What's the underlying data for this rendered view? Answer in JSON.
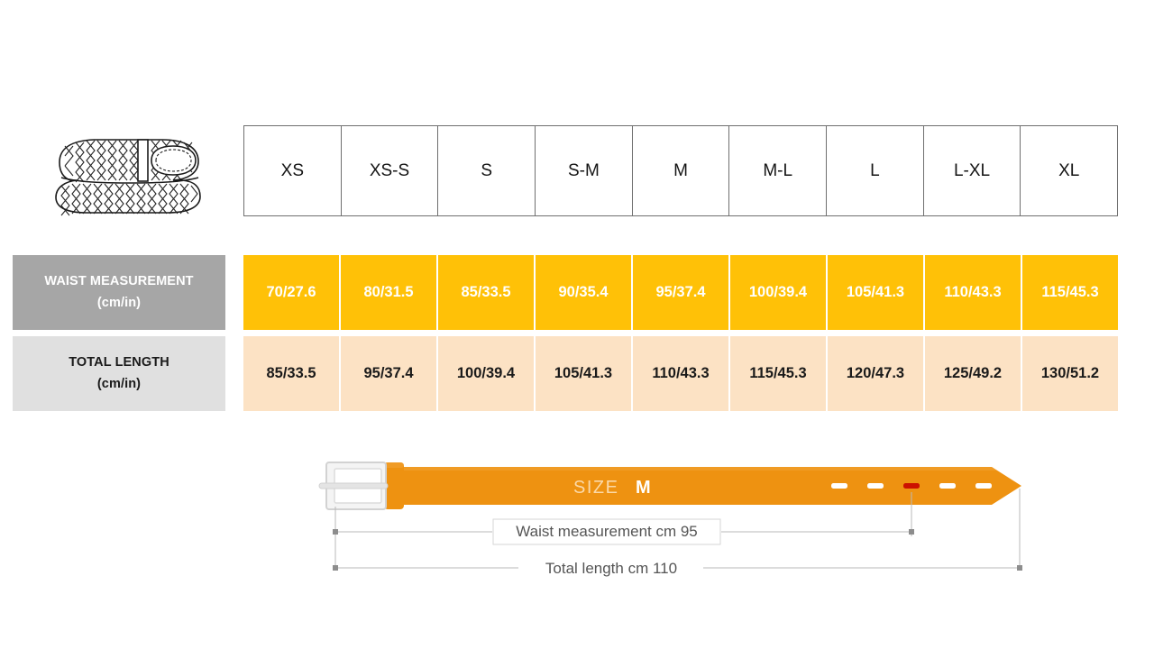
{
  "product": {
    "icon_name": "braided-belt-illustration"
  },
  "table": {
    "sizes": [
      "XS",
      "XS-S",
      "S",
      "S-M",
      "M",
      "M-L",
      "L",
      "L-XL",
      "XL"
    ],
    "rows": [
      {
        "id": "waist",
        "label_line1": "WAIST MEASUREMENT",
        "label_line2": "(cm/in)",
        "values": [
          "70/27.6",
          "80/31.5",
          "85/33.5",
          "90/35.4",
          "95/37.4",
          "100/39.4",
          "105/41.3",
          "110/43.3",
          "115/45.3"
        ],
        "background": "#ffc107",
        "label_background": "#a6a6a6",
        "text_color": "#ffffff"
      },
      {
        "id": "length",
        "label_line1": "TOTAL LENGTH",
        "label_line2": "(cm/in)",
        "values": [
          "85/33.5",
          "95/37.4",
          "100/39.4",
          "105/41.3",
          "110/43.3",
          "115/45.3",
          "120/47.3",
          "125/49.2",
          "130/51.2"
        ],
        "background": "#fce2c4",
        "label_background": "#e0e0e0",
        "text_color": "#1a1a1a"
      }
    ]
  },
  "diagram": {
    "size_word": "SIZE",
    "size_value": "M",
    "waist_label": "Waist measurement cm 95",
    "total_label": "Total length cm 110",
    "belt_color": "#ee9211",
    "buckle_color": "#e8e8e8",
    "active_hole_color": "#cc1100",
    "hole_count": 5,
    "active_hole_index": 3
  }
}
